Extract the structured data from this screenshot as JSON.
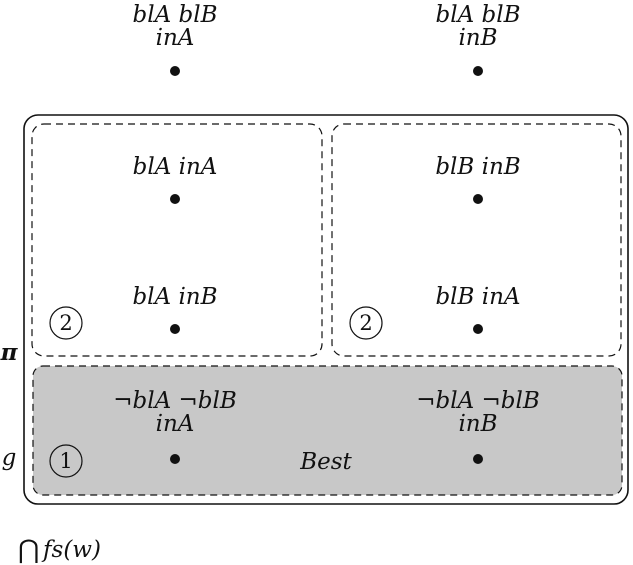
{
  "worlds": {
    "top_left": {
      "line1": "blA blB",
      "line2": "inA"
    },
    "top_right": {
      "line1": "blA blB",
      "line2": "inB"
    },
    "box2_left_top": {
      "line1": "blA inA"
    },
    "box2_left_bottom": {
      "line1": "blA inB"
    },
    "box2_right_top": {
      "line1": "blB inB"
    },
    "box2_right_bottom": {
      "line1": "blB inA"
    },
    "box1_left": {
      "line1": "¬blA ¬blB",
      "line2": "inA"
    },
    "box1_right": {
      "line1": "¬blA ¬blB",
      "line2": "inB"
    }
  },
  "labels": {
    "best": "Best",
    "pi": "π",
    "g": "g",
    "circle_one": "1",
    "circle_two_left": "2",
    "circle_two_right": "2",
    "intersection_symbol": "⋂",
    "intersection_text": "fs(w)"
  },
  "colors": {
    "best_fill": "#c8c8c8",
    "stroke": "#111111"
  }
}
